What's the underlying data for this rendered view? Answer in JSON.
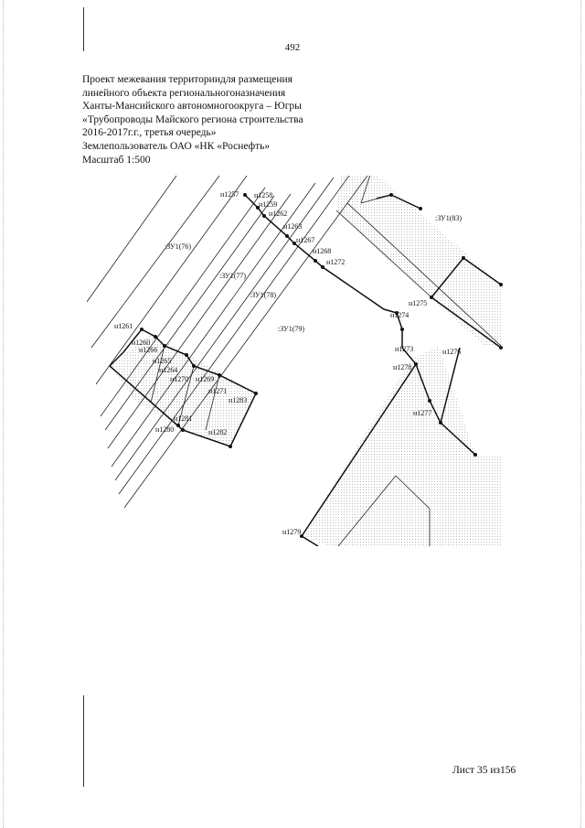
{
  "page": {
    "page_number": "492",
    "title_lines": [
      "Проект межевания территориидля размещения",
      "линейного объекта региональногоназначения",
      "Ханты-Мансийского автономногоокруга – Югры",
      "«Трубопроводы Майского региона строительства",
      "2016-2017г.г., третья очередь»",
      "Землепользователь ОАО «НК «Роснефть»",
      "Масштаб 1:500"
    ],
    "sheet_label": "Лист 35 из156"
  },
  "map": {
    "parcels": [
      ":ЗУ1(76)",
      ":ЗУ1(77)",
      ":ЗУ1(78)",
      ":ЗУ1(79)",
      ":ЗУ1(83)"
    ],
    "points": [
      "н1257",
      "н1258",
      "н1259",
      "н1262",
      "н1263",
      "н1267",
      "н1268",
      "н1272",
      "н1275",
      "н1274",
      "н1273",
      "н1276",
      "н1278",
      "н1277",
      "н1279",
      "н1261",
      "н1260",
      "н1266",
      "н1265",
      "н1264",
      "н1270",
      "н1269",
      "н1271",
      "н1283",
      "н1281",
      "н1280",
      "н1282"
    ]
  }
}
